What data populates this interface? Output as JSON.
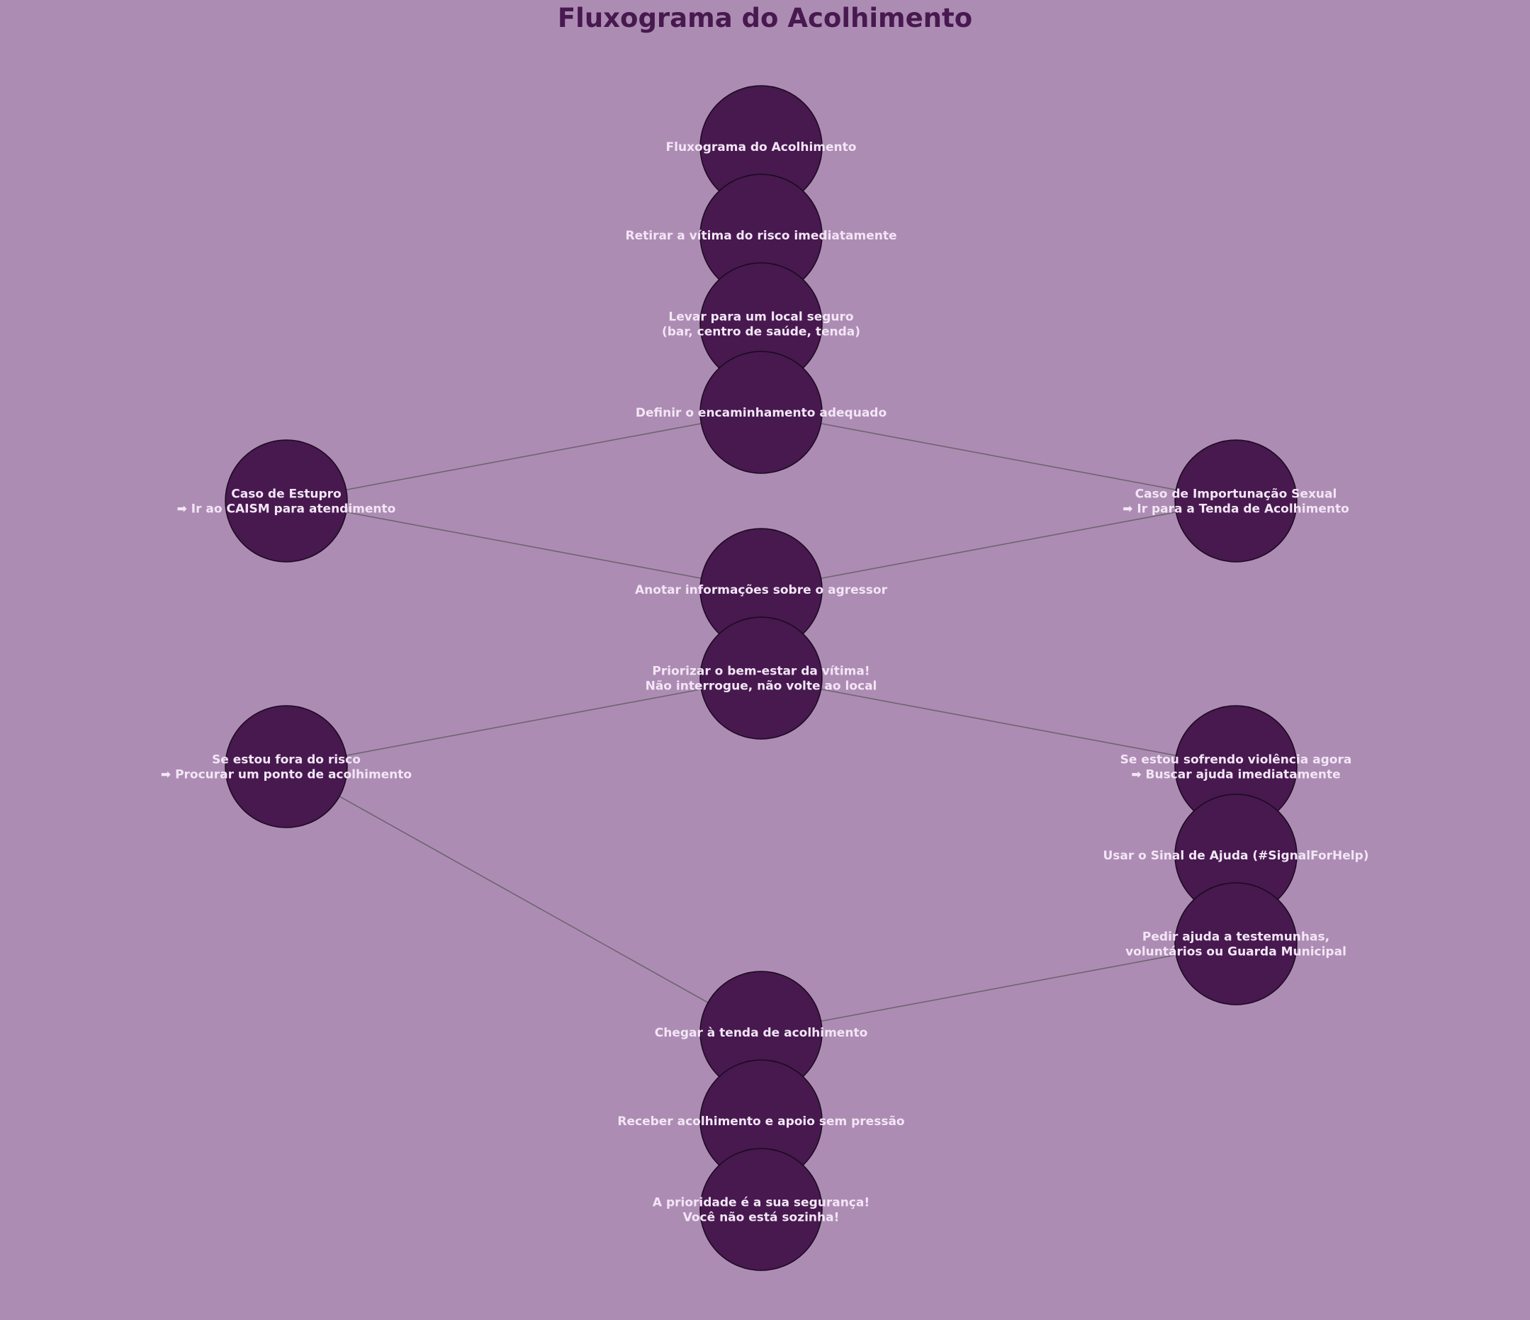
{
  "title": "Fluxograma do Acolhimento",
  "colors": {
    "background": "#ad8cb4",
    "node_fill": "#47194f",
    "node_stroke": "#1a0a1d",
    "edge": "#6e6470",
    "label": "#f3e6f6",
    "title": "#47194f"
  },
  "nodes": [
    {
      "id": "n0",
      "lines": [
        "Fluxograma do Acolhimento"
      ]
    },
    {
      "id": "n1",
      "lines": [
        "Retirar a vítima do risco imediatamente"
      ]
    },
    {
      "id": "n2",
      "lines": [
        "Levar para um local seguro",
        "(bar, centro de saúde, tenda)"
      ]
    },
    {
      "id": "n3",
      "lines": [
        "Definir o encaminhamento adequado"
      ]
    },
    {
      "id": "n4",
      "lines": [
        "Caso de Estupro",
        "➡ Ir ao CAISM para atendimento"
      ]
    },
    {
      "id": "n5",
      "lines": [
        "Caso de Importunação Sexual",
        "➡ Ir para a Tenda de Acolhimento"
      ]
    },
    {
      "id": "n6",
      "lines": [
        "Anotar informações sobre o agressor"
      ]
    },
    {
      "id": "n7",
      "lines": [
        "Priorizar o bem-estar da vítima!",
        "Não interrogue, não volte ao local"
      ]
    },
    {
      "id": "n8",
      "lines": [
        "Se estou fora do risco",
        "➡ Procurar um ponto de acolhimento"
      ]
    },
    {
      "id": "n9",
      "lines": [
        "Se estou sofrendo violência agora",
        "➡ Buscar ajuda imediatamente"
      ]
    },
    {
      "id": "n10",
      "lines": [
        "Usar o Sinal de Ajuda (#SignalForHelp)"
      ]
    },
    {
      "id": "n11",
      "lines": [
        "Pedir ajuda a testemunhas,",
        "voluntários ou Guarda Municipal"
      ]
    },
    {
      "id": "n12",
      "lines": [
        "Chegar à tenda de acolhimento"
      ]
    },
    {
      "id": "n13",
      "lines": [
        "Receber acolhimento e apoio sem pressão"
      ]
    },
    {
      "id": "n14",
      "lines": [
        "A prioridade é a sua segurança!",
        "Você não está sozinha!"
      ]
    }
  ],
  "edges": [
    [
      "n3",
      "n4"
    ],
    [
      "n3",
      "n5"
    ],
    [
      "n4",
      "n6"
    ],
    [
      "n5",
      "n6"
    ],
    [
      "n7",
      "n8"
    ],
    [
      "n7",
      "n9"
    ],
    [
      "n8",
      "n12"
    ],
    [
      "n11",
      "n12"
    ]
  ]
}
